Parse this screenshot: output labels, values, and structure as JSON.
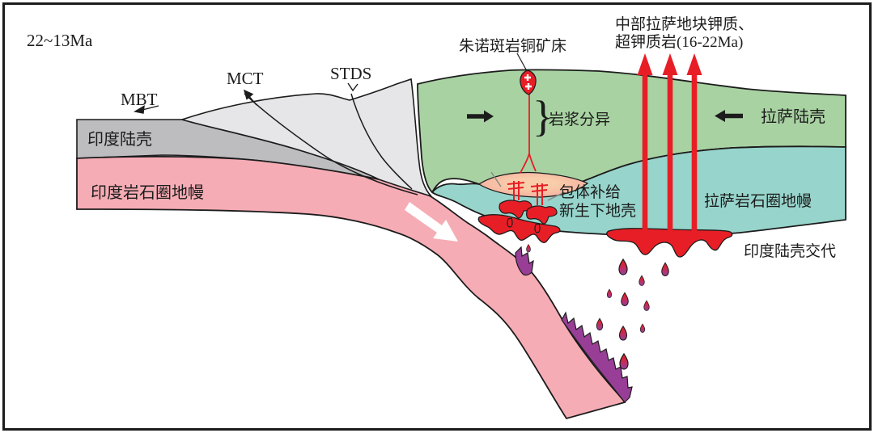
{
  "diagram": {
    "age_label": "22~13Ma",
    "fault_labels": {
      "mbt": "MBT",
      "mct": "MCT",
      "stds": "STDS"
    },
    "labels": {
      "porphyry_deposit": "朱诺斑岩铜矿床",
      "potassic_rocks_line1": "中部拉萨地块钾质、",
      "potassic_rocks_line2": "超钾质岩(16-22Ma)",
      "lhasa_crust": "拉萨陆壳",
      "magma_differentiation": "岩浆分异",
      "brace": "}",
      "enclave_supply": "包体补给",
      "juvenile_lower_crust": "新生下地壳",
      "lhasa_lithospheric_mantle": "拉萨岩石圈地幔",
      "india_crust_metasomatism": "印度陆壳交代",
      "india_crust": "印度陆壳",
      "india_lithospheric_mantle": "印度岩石圈地幔"
    },
    "colors": {
      "india_crust": "#bdbdc0",
      "india_lithospheric_mantle": "#f6acb5",
      "himalayan_wedge": "#e6e6e8",
      "lhasa_crust": "#a8d2a2",
      "lhasa_mantle": "#97d4cb",
      "juvenile_lens": "#f7c4a3",
      "melt_red": "#e71e26",
      "metasomatite_purple": "#993e96",
      "outline": "#1c1c1c"
    }
  }
}
